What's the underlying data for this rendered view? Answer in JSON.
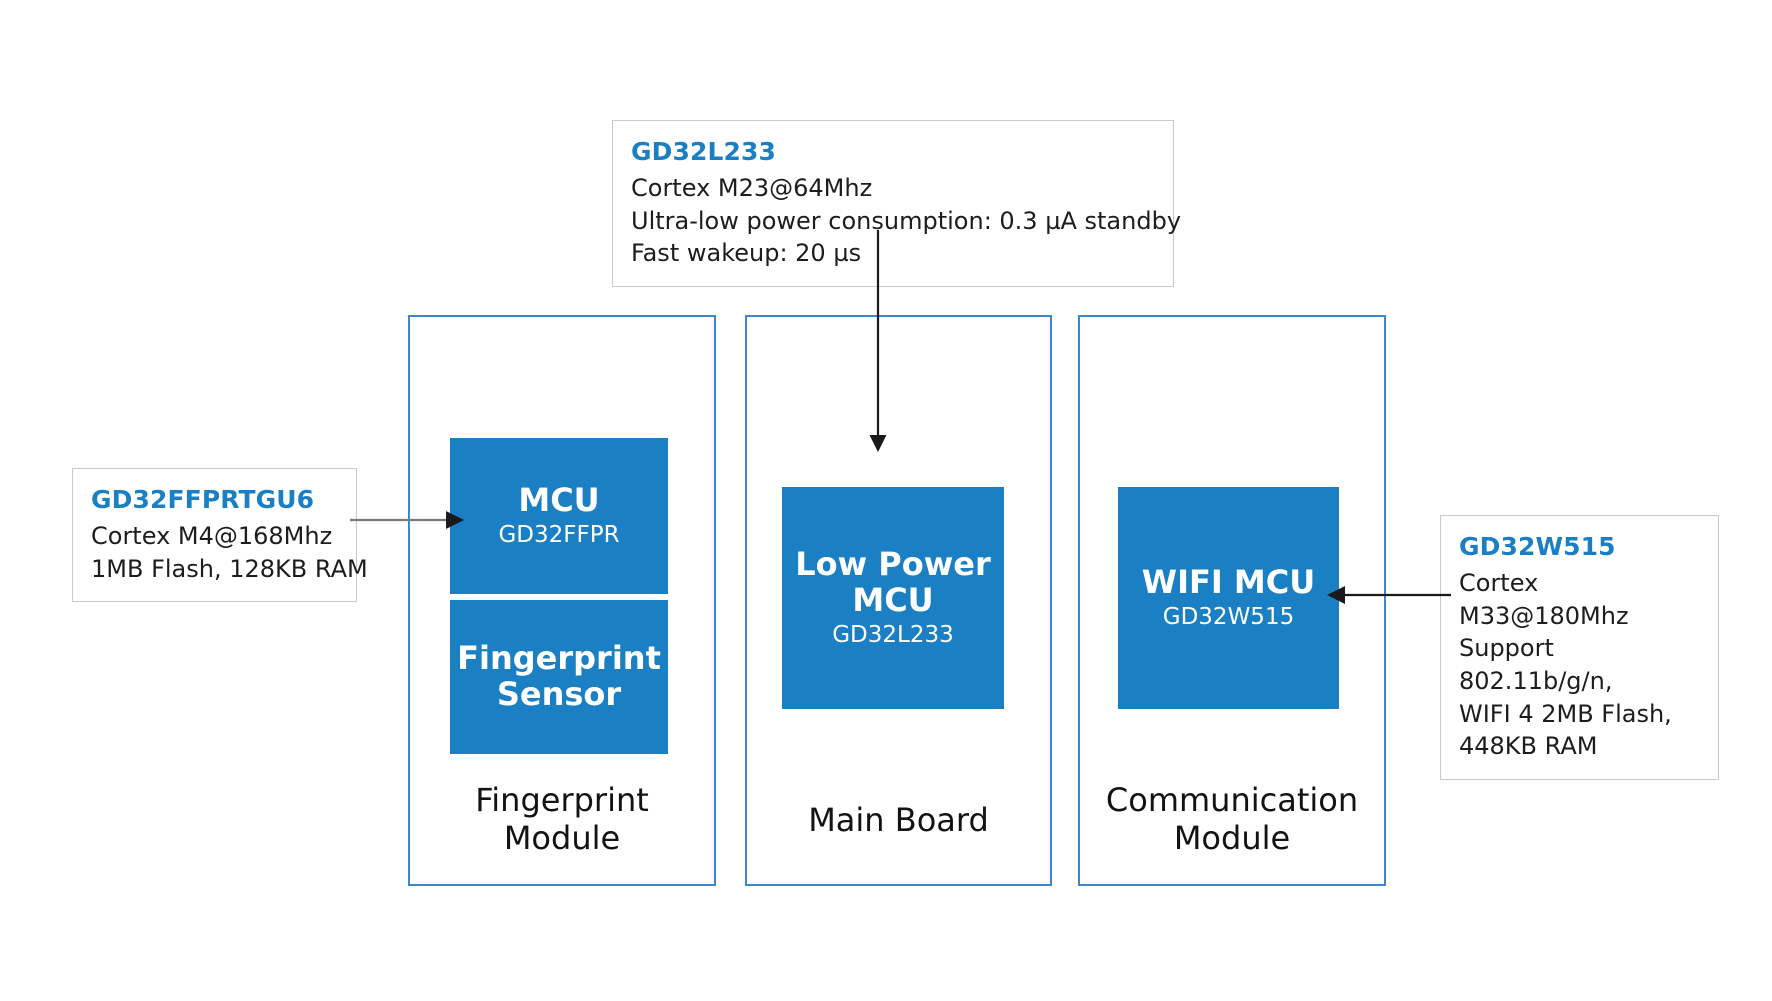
{
  "diagram": {
    "callouts": [
      {
        "id": "gd32l233",
        "title": "GD32L233",
        "lines": [
          "Cortex M23@64Mhz",
          "Ultra-low power consumption: 0.3 µA standby",
          "Fast wakeup: 20 µs"
        ]
      },
      {
        "id": "gd32ffprtgu6",
        "title": "GD32FFPRTGU6",
        "lines": [
          "Cortex M4@168Mhz",
          "1MB Flash, 128KB RAM"
        ]
      },
      {
        "id": "gd32w515",
        "title": "GD32W515",
        "lines": [
          "Cortex M33@180Mhz",
          "Support 802.11b/g/n,",
          "WIFI 4 2MB Flash,",
          "448KB RAM"
        ]
      }
    ],
    "modules": [
      {
        "id": "fingerprint-module",
        "label_line1": "Fingerprint",
        "label_line2": "Module"
      },
      {
        "id": "main-board",
        "label_line1": "Main Board",
        "label_line2": ""
      },
      {
        "id": "communication-module",
        "label_line1": "Communication",
        "label_line2": "Module"
      }
    ],
    "chips": [
      {
        "id": "mcu",
        "title_line1": "MCU",
        "title_line2": "",
        "part": "GD32FFPR"
      },
      {
        "id": "fingerprint-sensor",
        "title_line1": "Fingerprint",
        "title_line2": "Sensor",
        "part": ""
      },
      {
        "id": "low-power-mcu",
        "title_line1": "Low Power",
        "title_line2": "MCU",
        "part": "GD32L233"
      },
      {
        "id": "wifi-mcu",
        "title_line1": "WIFI MCU",
        "title_line2": "",
        "part": "GD32W515"
      }
    ],
    "connectors": [
      {
        "id": "l233-to-low-power-mcu",
        "from": "gd32l233",
        "to": "low-power-mcu",
        "direction": "down"
      },
      {
        "id": "ffprtgu6-to-mcu",
        "from": "gd32ffprtgu6",
        "to": "mcu",
        "direction": "right"
      },
      {
        "id": "w515-to-wifi-mcu",
        "from": "gd32w515",
        "to": "wifi-mcu",
        "direction": "left"
      }
    ],
    "colors": {
      "chip_fill": "#1b7fc3",
      "module_border": "#3f86cc",
      "callout_title": "#1b7fc4",
      "callout_border": "#c9c9c9",
      "text": "#1d1d1d",
      "background": "#ffffff",
      "arrow_gray": "#7a7a7a",
      "arrow_black": "#1a1a1a"
    }
  }
}
